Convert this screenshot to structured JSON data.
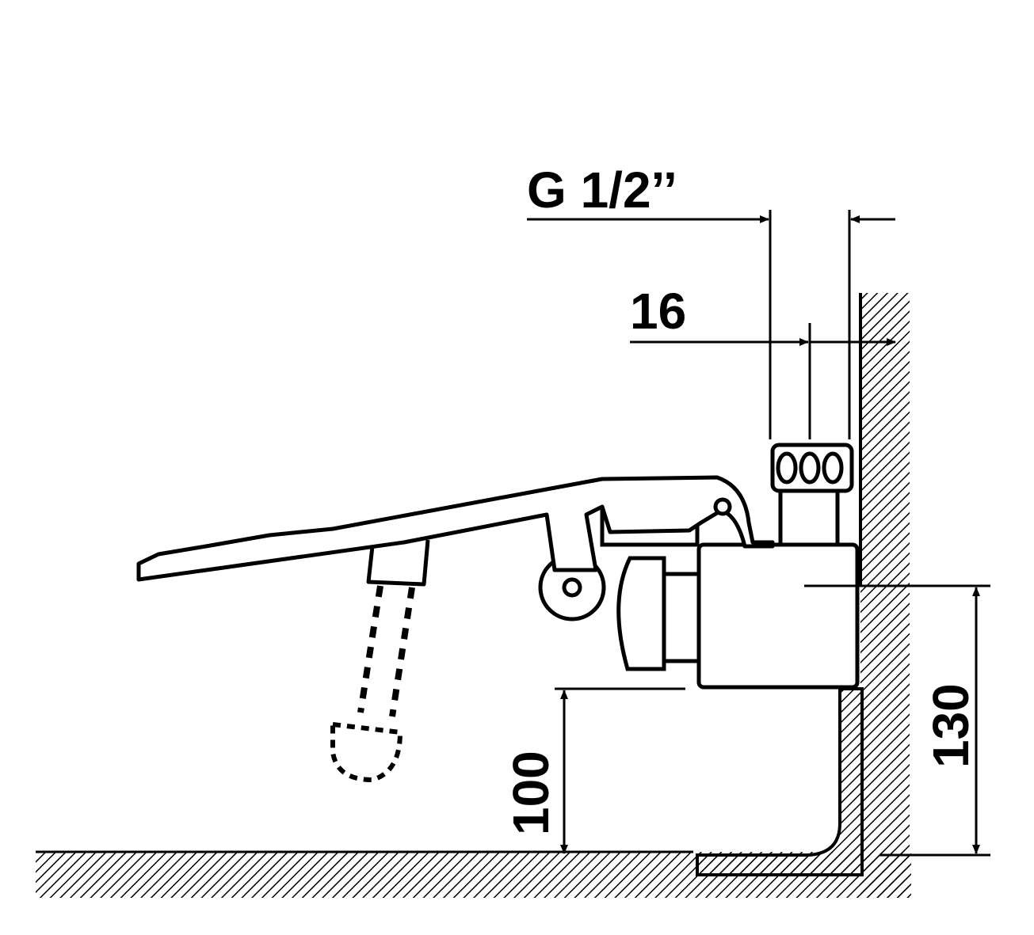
{
  "diagram": {
    "labels": {
      "thread": "G 1/2’’",
      "offset": "16",
      "floor_height": "100",
      "axis_height": "130"
    },
    "colors": {
      "ink": "#000000",
      "paper": "#ffffff"
    }
  }
}
